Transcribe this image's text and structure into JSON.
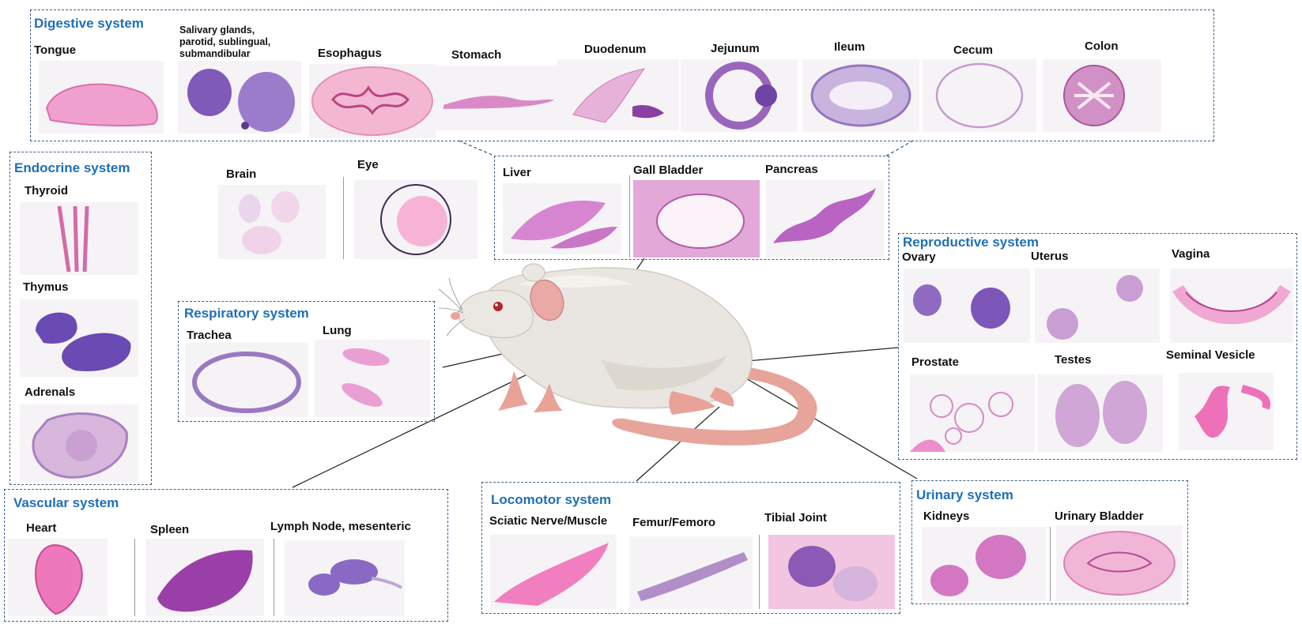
{
  "groups": {
    "digestive": {
      "title": "Digestive system",
      "tissues": [
        "Tongue",
        "Salivary glands, parotid, sublingual, submandibular",
        "Esophagus",
        "Stomach",
        "Duodenum",
        "Jejunum",
        "Ileum",
        "Cecum",
        "Colon"
      ]
    },
    "endocrine": {
      "title": "Endocrine system",
      "tissues": [
        "Thyroid",
        "Thymus",
        "Adrenals"
      ]
    },
    "nervous": {
      "tissues": [
        "Brain",
        "Eye"
      ]
    },
    "hepatic": {
      "tissues": [
        "Liver",
        "Gall Bladder",
        "Pancreas"
      ]
    },
    "respiratory": {
      "title": "Respiratory system",
      "tissues": [
        "Trachea",
        "Lung"
      ]
    },
    "reproductive": {
      "title": "Reproductive system",
      "tissues": [
        "Ovary",
        "Uterus",
        "Vagina",
        "Prostate",
        "Testes",
        "Seminal Vesicle"
      ]
    },
    "vascular": {
      "title": "Vascular system",
      "tissues": [
        "Heart",
        "Spleen",
        "Lymph Node, mesenteric"
      ]
    },
    "locomotor": {
      "title": "Locomotor system",
      "tissues": [
        "Sciatic Nerve/Muscle",
        "Femur/Femoro",
        "Tibial Joint"
      ]
    },
    "urinary": {
      "title": "Urinary system",
      "tissues": [
        "Kidneys",
        "Urinary Bladder"
      ]
    }
  },
  "colors": {
    "title": "#1f6fb8",
    "border": "#41608c",
    "stain_pink": "#e889c8",
    "stain_purple": "#7a4bb8",
    "mouse_body": "#e9e6e1"
  }
}
